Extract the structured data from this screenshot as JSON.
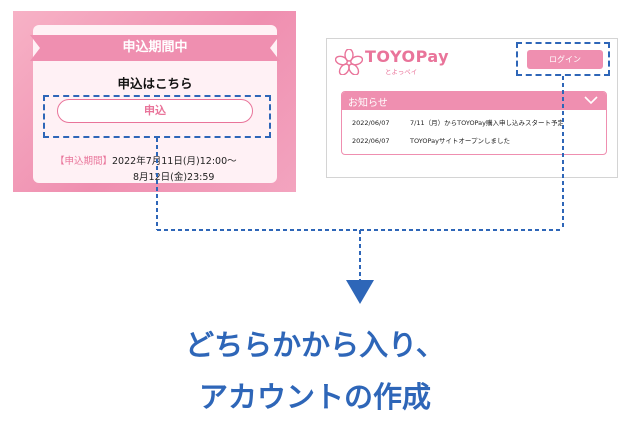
{
  "left_panel": {
    "ribbon_label": "申込期間中",
    "heading": "申込はこちら",
    "apply_button_label": "申込",
    "period_label": "【申込期間】",
    "period_start": "2022年7月11日(月)12:00〜",
    "period_end": "8月12日(金)23:59"
  },
  "right_panel": {
    "logo_text": "TOYOPay",
    "logo_subtext": "とよっペイ",
    "login_button_label": "ログイン",
    "notice_title": "お知らせ",
    "notices": [
      {
        "date": "2022/06/07",
        "text": "7/11（月）からTOYOPay購入申し込みスタート予定"
      },
      {
        "date": "2022/06/07",
        "text": "TOYOPayサイトオープンしました"
      }
    ]
  },
  "caption": {
    "line1": "どちらかから入り、",
    "line2": "アカウントの作成"
  },
  "colors": {
    "accent_pink": "#ef8fb0",
    "text_pink": "#e9749a",
    "callout_blue": "#2e66b8"
  },
  "icons": {
    "logo": "flower-icon",
    "notice_toggle": "chevron-down-icon",
    "pointer": "arrow-down-icon"
  }
}
